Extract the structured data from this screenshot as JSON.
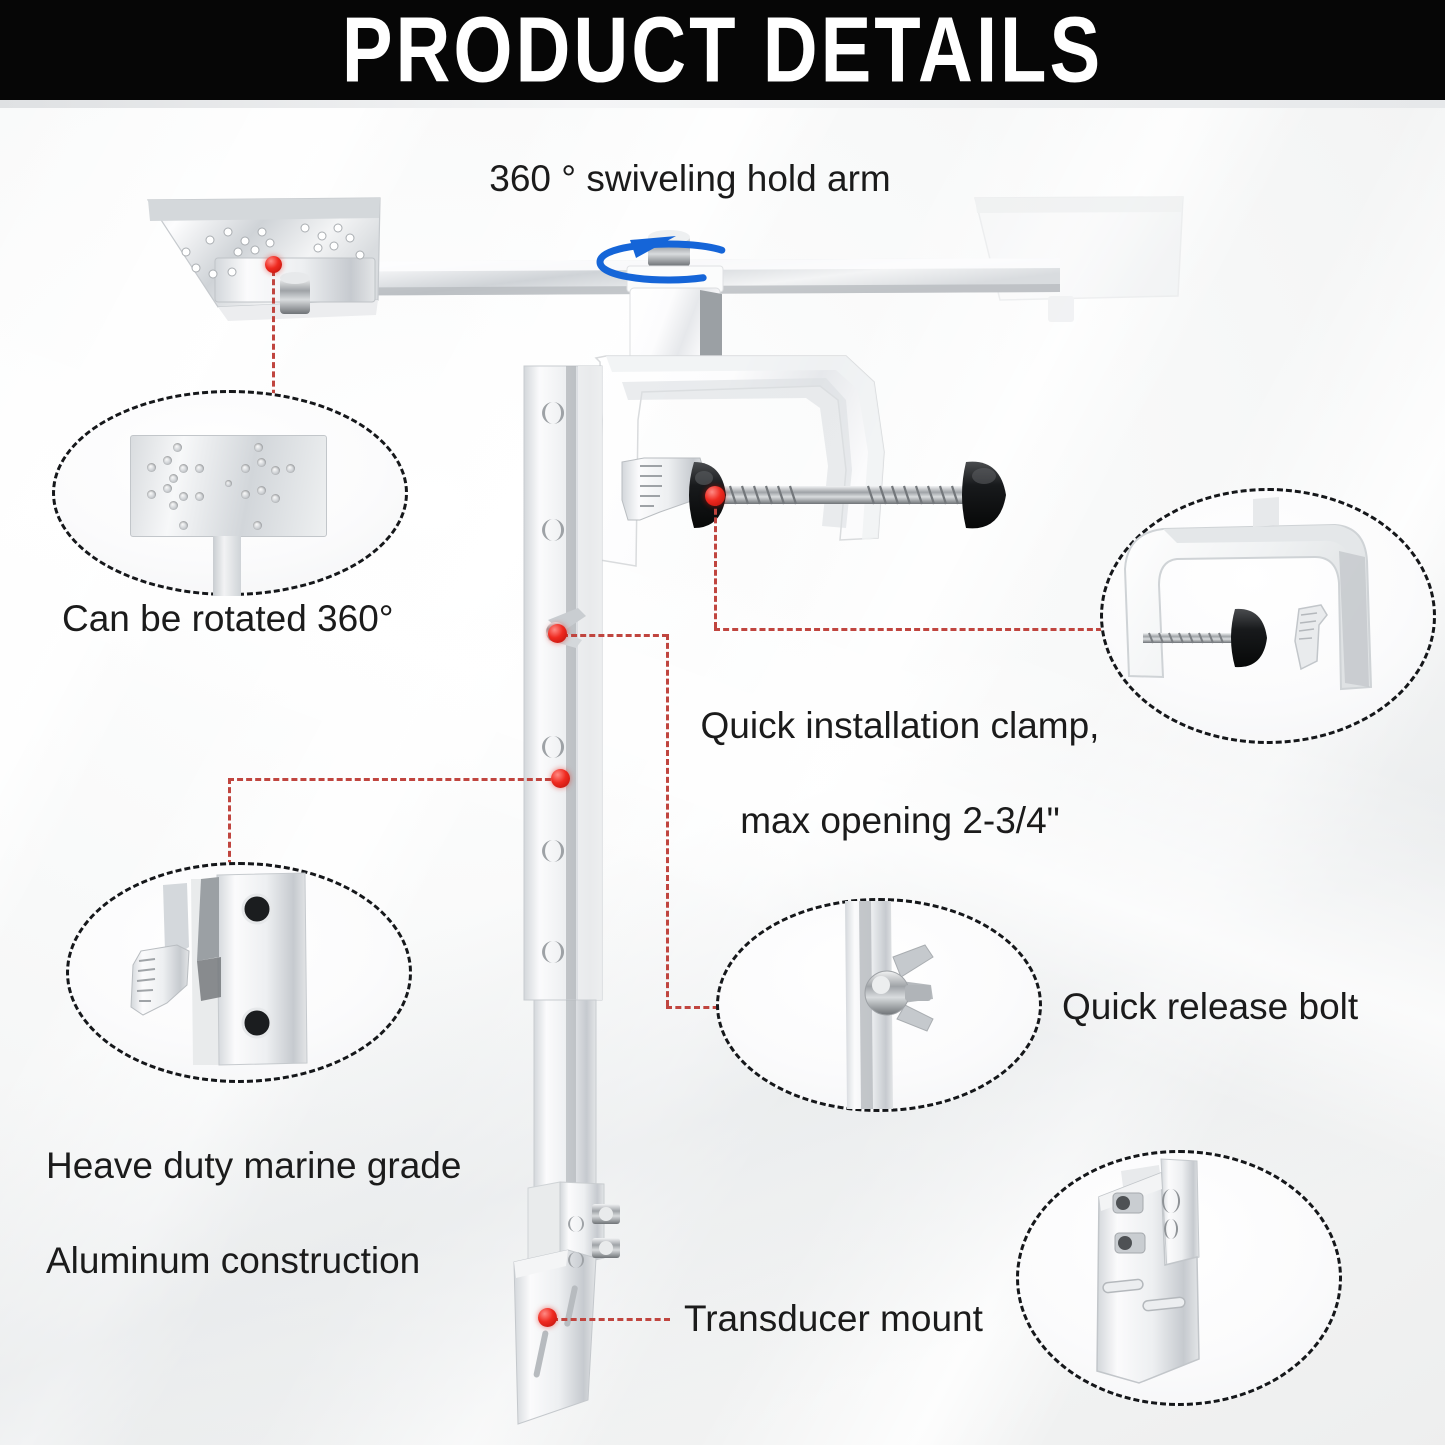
{
  "header": {
    "title": "PRODUCT DETAILS",
    "background_color": "#060606",
    "text_color": "#ffffff"
  },
  "colors": {
    "accent_marker": "#ef2a20",
    "leader_line": "#c0453f",
    "rotation_arrow": "#1565d8",
    "ellipse_outline": "#15171a",
    "page_background": "#f2f3f4",
    "text": "#1b1b1b"
  },
  "annotations": {
    "swivel_arm": {
      "label": "360 ° swiveling hold arm",
      "icon": "rotation-arrow-icon"
    },
    "rotate_360": {
      "label": "Can be rotated 360°",
      "detail_icon": "perforated-mounting-plate"
    },
    "quick_clamp": {
      "label": "Quick installation clamp,\nmax opening 2-3/4\"",
      "line1": "Quick installation clamp,",
      "line2": "max opening 2-3/4\"",
      "detail_icon": "c-clamp-closeup"
    },
    "aluminum": {
      "label": "Heave duty marine grade\nAluminum construction",
      "line1": "Heave duty marine grade",
      "line2": "Aluminum construction",
      "detail_icon": "aluminum-extrusion-closeup"
    },
    "quick_release_bolt": {
      "label": "Quick release bolt",
      "detail_icon": "wing-nut-bolt-closeup"
    },
    "transducer_mount": {
      "label": "Transducer mount",
      "detail_icon": "transducer-bracket-closeup"
    }
  },
  "product": {
    "name": "transducer-mount-bracket",
    "parts": [
      "top-mounting-plate-left",
      "top-mounting-plate-right",
      "horizontal-swivel-arm",
      "swivel-post",
      "c-clamp",
      "clamp-thumb-screw",
      "vertical-adjustment-column",
      "quick-release-bolt",
      "transducer-mount-plate"
    ]
  }
}
